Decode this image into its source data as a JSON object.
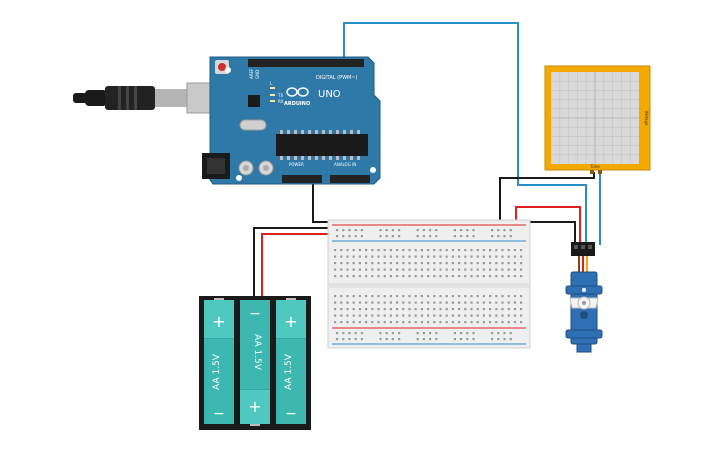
{
  "arduino": {
    "logo_text": "ARDUINO",
    "model": "UNO",
    "digital_label": "DIGITAL (PWM~)",
    "analog_label": "ANALOG IN",
    "power_label": "POWER",
    "tx_label": "TX",
    "rx_label": "RX",
    "l_label": "L",
    "aref_label": "AREF",
    "gnd_label": "GND"
  },
  "oscilloscope": {
    "side_label": "Voltage",
    "bottom_label": "Time"
  },
  "battery_pack": {
    "cells": [
      {
        "label": "AA 1.5V",
        "top_sign": "+",
        "bottom_sign": "−"
      },
      {
        "label": "AA 1.5V",
        "top_sign": "−",
        "bottom_sign": "+"
      },
      {
        "label": "AA 1.5V",
        "top_sign": "+",
        "bottom_sign": "−"
      }
    ]
  },
  "wires": {
    "signal_color": "#2a8fc9",
    "power_color": "#e02020",
    "ground_color": "#1a1a1a"
  },
  "colors": {
    "board": "#2f79a8",
    "breadboard": "#efefef",
    "scope_frame": "#f2a900",
    "battery_cell": "#3db8b0",
    "servo": "#2f6fb3"
  }
}
